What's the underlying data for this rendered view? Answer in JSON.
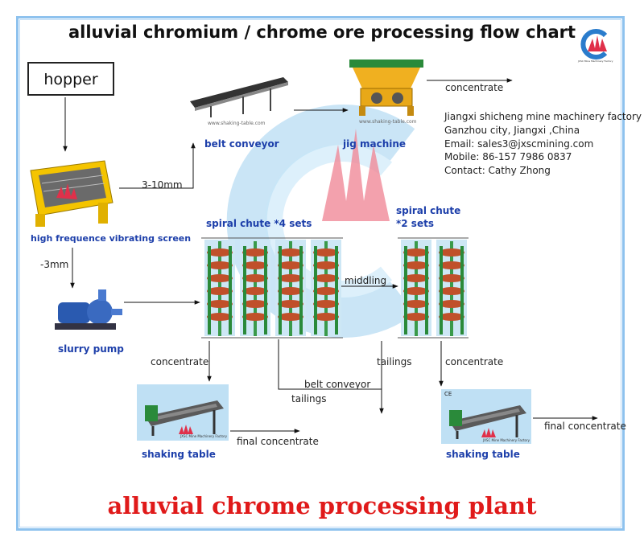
{
  "title": "alluvial chromium / chrome ore processing flow chart",
  "banner": "alluvial chrome processing plant",
  "logo_text": "JXSC Mine Machinery Factory",
  "nodes": {
    "hopper": "hopper",
    "vibrating_screen": "high frequence vibrating screen",
    "belt_conveyor": "belt conveyor",
    "jig_machine": "jig machine",
    "spiral_chute_4": "spiral chute *4 sets",
    "spiral_chute_2_line1": "spiral chute",
    "spiral_chute_2_line2": "*2 sets",
    "slurry_pump": "slurry pump",
    "shaking_table_left": "shaking table",
    "shaking_table_right": "shaking table"
  },
  "edge_labels": {
    "size_3_10": "3-10mm",
    "size_3": "-3mm",
    "jig_concentrate": "concentrate",
    "middling": "middling",
    "left_concentrate": "concentrate",
    "belt_conveyor": "belt conveyor",
    "left_tailings": "tailings",
    "right_tailings": "tailings",
    "right_concentrate": "concentrate",
    "left_final": "final concentrate",
    "right_final": "final concentrate"
  },
  "contact": {
    "company": "Jiangxi shicheng mine machinery factory",
    "city": "Ganzhou city, Jiangxi ,China",
    "email": "Email: sales3@jxscmining.com",
    "mobile": "Mobile: 86-157 7986 0837",
    "person": "Contact: Cathy Zhong"
  },
  "photo_captions": {
    "conveyor": "www.shaking-table.com",
    "jig": "www.shaking-table.com",
    "table": "JXSC Mine Machinery Factory",
    "ce_mark": "CE"
  },
  "colors": {
    "node_label": "#1d3faa",
    "banner": "#e01a1a",
    "frame": "#8ec2ee"
  }
}
